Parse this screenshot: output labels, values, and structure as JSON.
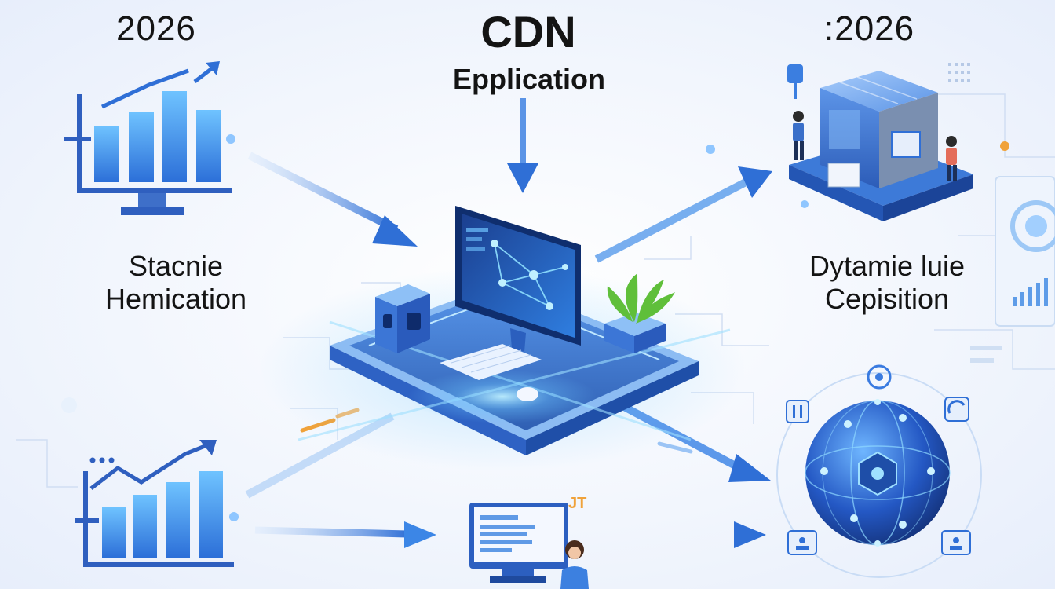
{
  "header": {
    "left_year": "2026",
    "title": "CDN",
    "subtitle": "Epplication",
    "right_year": ":2026"
  },
  "captions": {
    "left_line1": "Stacnie",
    "left_line2": "Hemication",
    "right_line1": "Dytamie luie",
    "right_line2": "Cepisition"
  },
  "bottom_badge": "JT",
  "colors": {
    "primary_blue": "#2f6fd6",
    "light_blue": "#5aa9f5",
    "glow_cyan": "#7fd6ff",
    "accent_orange": "#f0a23a",
    "text": "#141414"
  }
}
